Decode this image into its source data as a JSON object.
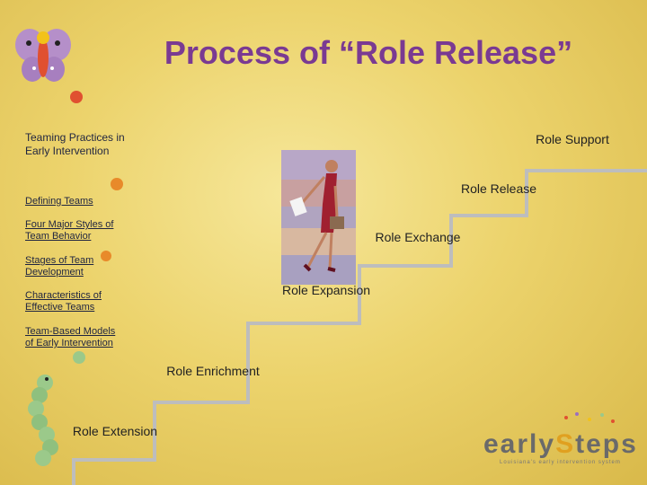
{
  "title": "Process of “Role Release”",
  "nav": {
    "heading": "Teaming Practices in Early Intervention",
    "links": [
      "Defining Teams",
      "Four Major Styles of Team Behavior",
      "Stages of Team Development",
      "Characteristics of Effective Teams",
      "Team-Based Models of Early Intervention"
    ]
  },
  "steps": [
    "Role Extension",
    "Role Enrichment",
    "Role Expansion",
    "Role Exchange",
    "Role Release",
    "Role Support"
  ],
  "logo": {
    "text_a": "early",
    "text_s": "S",
    "text_b": "teps",
    "subtitle": "Louisiana's early intervention system"
  },
  "colors": {
    "title": "#7a3a92",
    "stair": "#bdbdbd",
    "bullet_orange": "#e88a2a",
    "bullet_green": "#9bc98a",
    "bullet_red": "#e05030"
  }
}
